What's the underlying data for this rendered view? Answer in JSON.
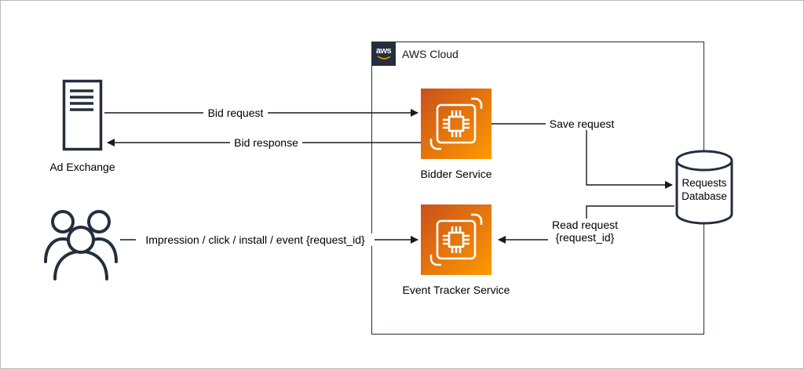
{
  "cloud": {
    "label": "AWS Cloud",
    "logo_text": "aws"
  },
  "nodes": {
    "ad_exchange": {
      "label": "Ad Exchange"
    },
    "bidder_service": {
      "label": "Bidder Service"
    },
    "event_tracker_service": {
      "label": "Event Tracker Service"
    },
    "requests_database": {
      "label": "Requests Database"
    }
  },
  "edges": {
    "bid_request": {
      "label": "Bid request"
    },
    "bid_response": {
      "label": "Bid response"
    },
    "save_request": {
      "label": "Save request"
    },
    "read_request": {
      "line1": "Read request",
      "line2": "{request_id}"
    },
    "impression": {
      "label": "Impression / click / install / event {request_id}"
    }
  },
  "icons": {
    "ad_exchange": "server-icon",
    "users": "users-icon",
    "bidder_service": "compute-chip-icon",
    "event_tracker_service": "compute-chip-icon",
    "requests_database": "database-cylinder-icon",
    "aws_logo": "aws-logo"
  },
  "colors": {
    "service_gradient_start": "#C8511B",
    "service_gradient_end": "#FF9900",
    "outline": "#232F3E",
    "connector": "#1A1A1A",
    "aws_logo_background": "#232F3E",
    "aws_smile": "#FF9900",
    "canvas_border": "#B9B9B9"
  }
}
